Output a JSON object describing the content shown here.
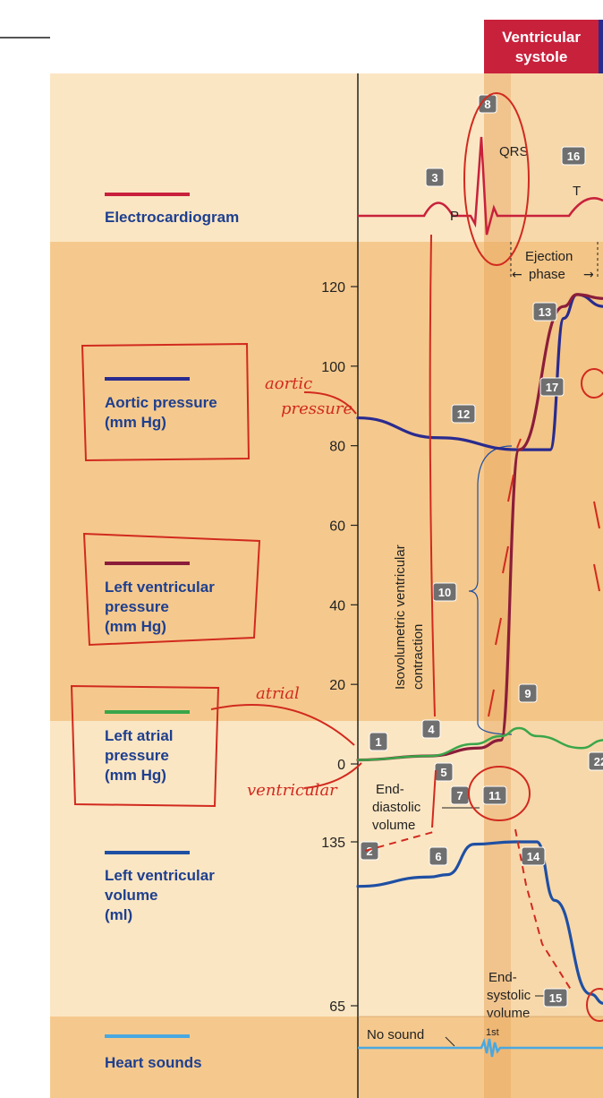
{
  "header": {
    "label_line1": "Ventricular",
    "label_line2": "systole"
  },
  "legend": {
    "ecg": "Electrocardiogram",
    "aortic_line1": "Aortic pressure",
    "aortic_line2": "(mm Hg)",
    "lvp_line1": "Left ventricular",
    "lvp_line2": "pressure",
    "lvp_line3": "(mm Hg)",
    "lap_line1": "Left atrial",
    "lap_line2": "pressure",
    "lap_line3": "(mm Hg)",
    "lvv_line1": "Left ventricular",
    "lvv_line2": "volume",
    "lvv_line3": "(ml)",
    "sounds": "Heart sounds"
  },
  "annotations": {
    "ecg_p": "P",
    "ecg_qrs": "QRS",
    "ecg_t": "T",
    "ejection_line1": "Ejection",
    "ejection_line2": "phase",
    "isovolumetric_line1": "Isovolumetric ventricular",
    "isovolumetric_line2": "contraction",
    "edv_line1": "End-",
    "edv_line2": "diastolic",
    "edv_line3": "volume",
    "esv_line1": "End-",
    "esv_line2": "systolic",
    "esv_line3": "volume",
    "no_sound": "No sound",
    "first_sound": "1st"
  },
  "badges": [
    "1",
    "2",
    "3",
    "4",
    "5",
    "6",
    "7",
    "8",
    "9",
    "10",
    "11",
    "12",
    "13",
    "14",
    "15",
    "16",
    "17",
    "22"
  ],
  "handwriting": {
    "aortic_line1": "aortic",
    "aortic_line2": "pressure",
    "atrial": "atrial",
    "ventricular": "ventricular"
  },
  "colors": {
    "ecg": "#c8213c",
    "aortic": "#2a2b8f",
    "lvp": "#8b1d3a",
    "lap": "#3aa64a",
    "lvv": "#1f4fa3",
    "sounds": "#4aa8e0",
    "ink": "#d12a1f",
    "band_dark": "#f5c98d",
    "band_light": "#fbe6c3"
  },
  "chart_data": {
    "type": "line",
    "pressure_axis": {
      "ticks": [
        0,
        20,
        40,
        60,
        80,
        100,
        120
      ],
      "range": [
        0,
        120
      ]
    },
    "volume_axis": {
      "ticks": [
        65,
        135
      ],
      "range": [
        65,
        135
      ]
    },
    "series": [
      {
        "name": "Aortic pressure (mm Hg)",
        "x": [
          0,
          0.09,
          0.18,
          0.215,
          0.23,
          0.245,
          0.275
        ],
        "values": [
          87,
          82,
          79,
          79,
          112,
          118,
          115
        ]
      },
      {
        "name": "Left ventricular pressure (mm Hg)",
        "x": [
          0,
          0.08,
          0.135,
          0.16,
          0.18,
          0.23,
          0.245,
          0.275
        ],
        "values": [
          1,
          2,
          4,
          6,
          79,
          115,
          118,
          117
        ]
      },
      {
        "name": "Left atrial pressure (mm Hg)",
        "x": [
          0,
          0.08,
          0.13,
          0.16,
          0.18,
          0.2,
          0.25,
          0.275
        ],
        "values": [
          1,
          2,
          5,
          7,
          9,
          7,
          4,
          6
        ]
      },
      {
        "name": "Left ventricular volume (ml)",
        "x": [
          0,
          0.08,
          0.1,
          0.13,
          0.175,
          0.2,
          0.22,
          0.26,
          0.275
        ],
        "values": [
          116,
          120,
          121,
          134,
          135,
          135,
          110,
          70,
          66
        ]
      }
    ]
  }
}
